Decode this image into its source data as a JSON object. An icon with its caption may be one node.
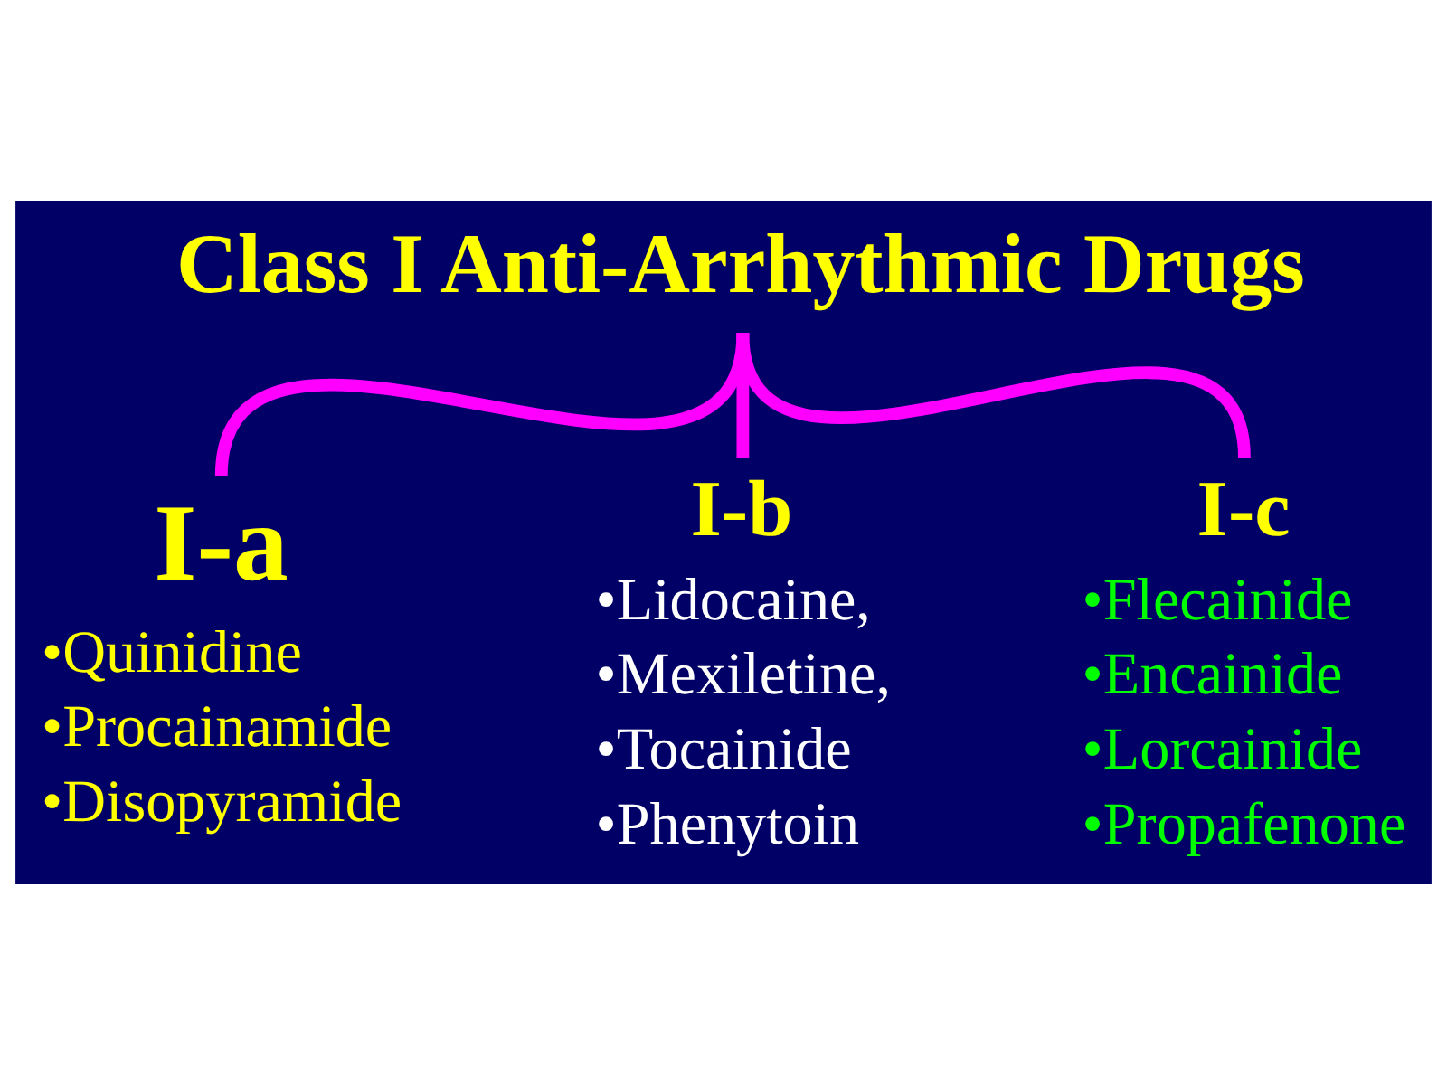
{
  "diagram": {
    "nodes": [
      {
        "text": [
          "Class I Anti-Arrhythmic Drugs"
        ]
      },
      {
        "text": [
          "I-a",
          "•Quinidine",
          "•Procainamide",
          "•Disopyramide"
        ]
      },
      {
        "text": [
          "I-b",
          "•Lidocaine,",
          "•Mexiletine,",
          "•Tocainide",
          "•Phenytoin"
        ]
      },
      {
        "text": [
          "I-c",
          "•Flecainide",
          "•Encainide",
          "•Lorcainide",
          "•Propafenone"
        ]
      }
    ],
    "edges": [
      {
        "from": 0,
        "to": 1,
        "arrow": "none"
      },
      {
        "from": 0,
        "to": 2,
        "arrow": "none"
      },
      {
        "from": 0,
        "to": 3,
        "arrow": "none"
      }
    ]
  }
}
